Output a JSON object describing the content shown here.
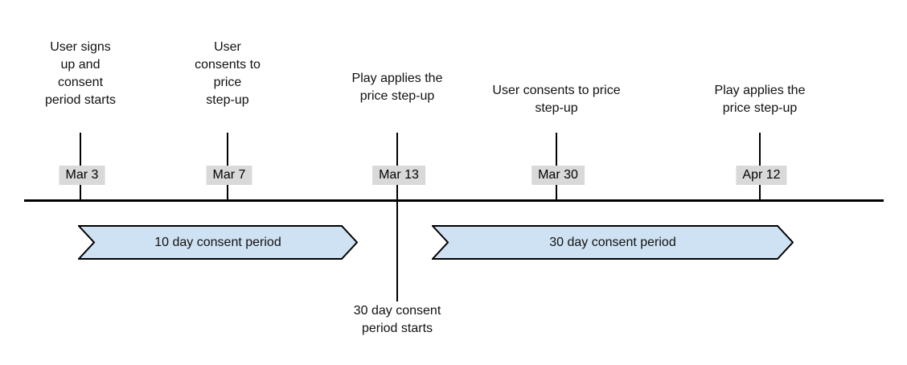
{
  "timeline": {
    "events": [
      {
        "label": "User signs\nup and\nconsent\nperiod starts",
        "date": "Mar 3"
      },
      {
        "label": "User\nconsents to\nprice\nstep-up",
        "date": "Mar 7"
      },
      {
        "label": "Play applies the\nprice step-up",
        "date": "Mar 13"
      },
      {
        "label": "User consents to price\nstep-up",
        "date": "Mar 30"
      },
      {
        "label": "Play applies the\nprice step-up",
        "date": "Apr 12"
      }
    ],
    "periods": [
      {
        "label": "10 day consent period"
      },
      {
        "label": "30 day consent period"
      }
    ],
    "footnote": "30 day consent\nperiod starts",
    "colors": {
      "period_fill": "#cfe2f3",
      "period_stroke": "#000000",
      "date_badge_bg": "#d9d9d9",
      "line": "#000000"
    }
  }
}
